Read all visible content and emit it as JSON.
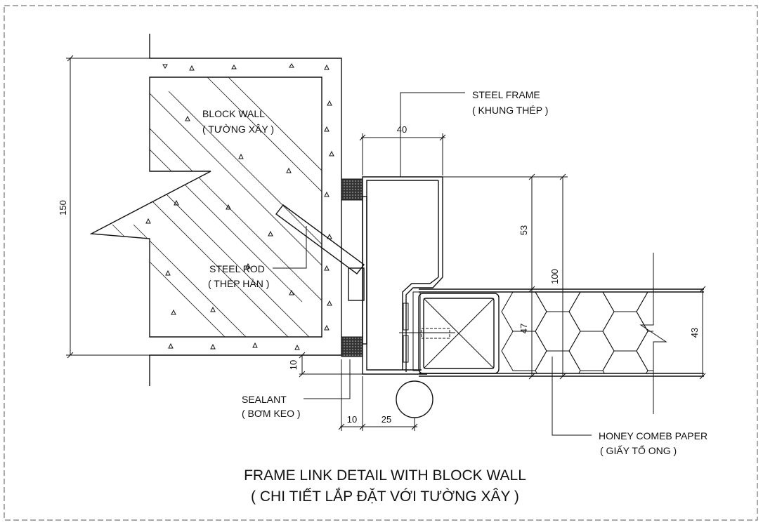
{
  "labels": {
    "block_wall": "BLOCK WALL",
    "block_wall_vn": "( TƯỜNG XÂY )",
    "steel_frame": "STEEL FRAME",
    "steel_frame_vn": "( KHUNG THÉP )",
    "steel_rod": "STEEL ROD",
    "steel_rod_vn": "( THÉP HÀN )",
    "sealant": "SEALANT",
    "sealant_vn": "( BƠM KEO )",
    "honeycomb": "HONEY COMEB PAPER",
    "honeycomb_vn": "( GIẤY TỔ ONG )"
  },
  "dimensions": {
    "d150": "150",
    "d40": "40",
    "d53": "53",
    "d100": "100",
    "d47": "47",
    "d43": "43",
    "d10_vert": "10",
    "d10_horiz": "10",
    "d25": "25"
  },
  "title": {
    "line1": "FRAME LINK DETAIL WITH BLOCK WALL",
    "line2": "( CHI TIẾT LẮP ĐẶT VỚI TƯỜNG XÂY )"
  }
}
